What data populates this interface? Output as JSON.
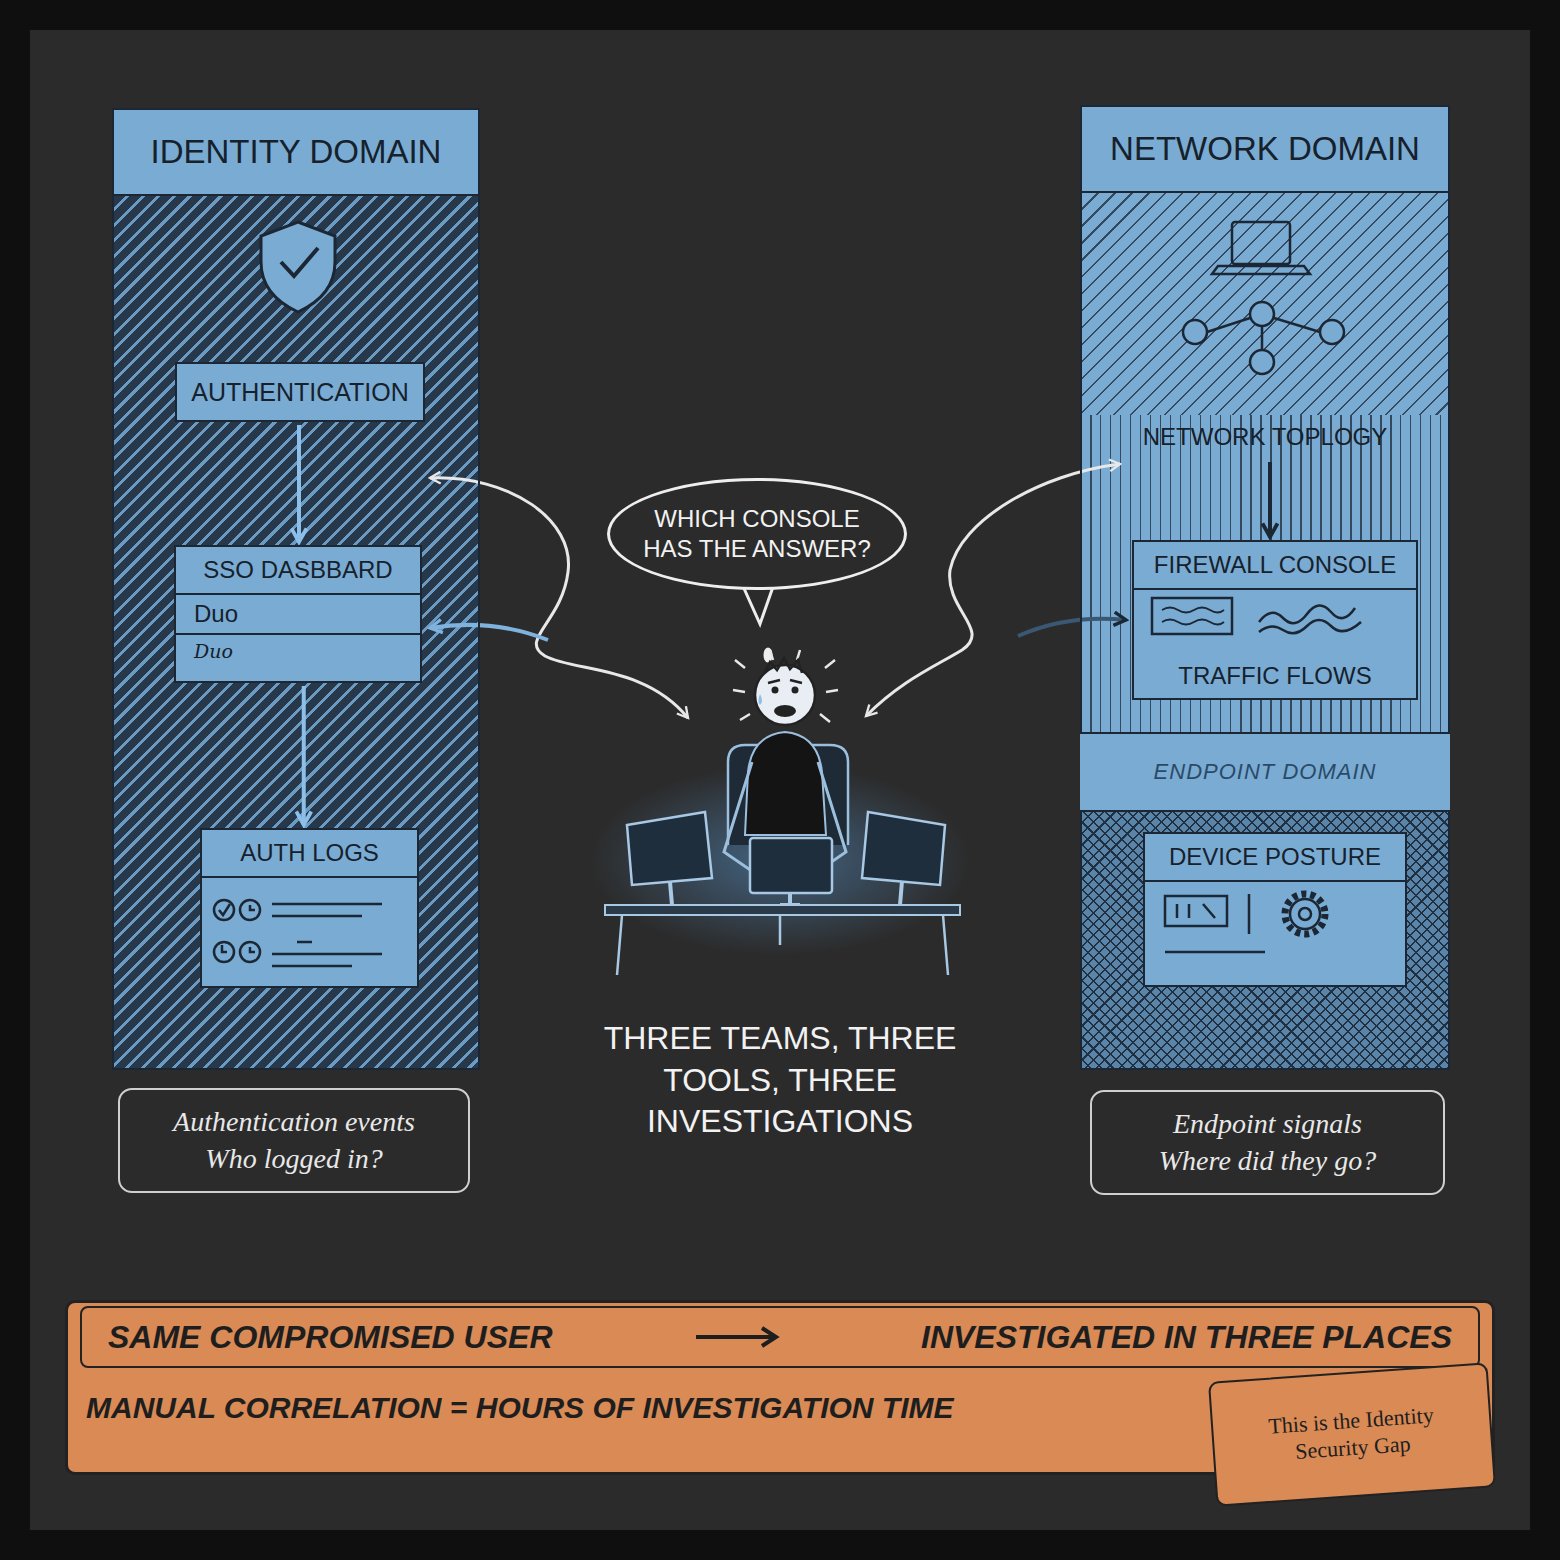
{
  "diagram": {
    "nodes": [
      {
        "text": [
          "IDENTITY DOMAIN"
        ]
      },
      {
        "text": [
          "AUTHENTICATION"
        ],
        "in": 0
      },
      {
        "text": [
          "SSO DASBBARD",
          "Duo",
          "Duo"
        ],
        "in": 0
      },
      {
        "text": [
          "AUTH LOGS"
        ],
        "in": 0
      },
      {
        "text": [
          "NETWORK DOMAIN"
        ]
      },
      {
        "text": [
          "NETWORK TOPLOGY"
        ],
        "in": 4
      },
      {
        "text": [
          "FIREWALL CONSOLE",
          "TRAFFIC FLOWS"
        ],
        "in": 4
      },
      {
        "text": [
          "ENDPOINT DOMAIN"
        ],
        "in": 4
      },
      {
        "text": [
          "DEVICE POSTURE"
        ],
        "in": 4
      },
      {
        "text": [
          "WHICH CONSOLE HAS THE ANSWER?"
        ]
      },
      {
        "text": [
          "Authentication events",
          "Who logged in?"
        ]
      },
      {
        "text": [
          "Endpoint signals",
          "Where did they go?"
        ]
      },
      {
        "text": [
          "MANUAL CORRELATION = HOURS OF INVESTIGATION TIME"
        ]
      },
      {
        "text": [
          "SAME COMPROMISED USER",
          "INVESTIGATED IN THREE PLACES"
        ],
        "in": 12
      },
      {
        "text": [
          "This is the Identity Security Gap"
        ],
        "in": 12
      }
    ],
    "edges": [
      {
        "from": 1,
        "to": 2,
        "arrow": "to"
      },
      {
        "from": 2,
        "to": 3,
        "arrow": "to"
      },
      {
        "from": 5,
        "to": 6,
        "arrow": "to"
      }
    ],
    "labels": [
      "THREE TEAMS, THREE TOOLS, THREE INVESTIGATIONS"
    ]
  }
}
